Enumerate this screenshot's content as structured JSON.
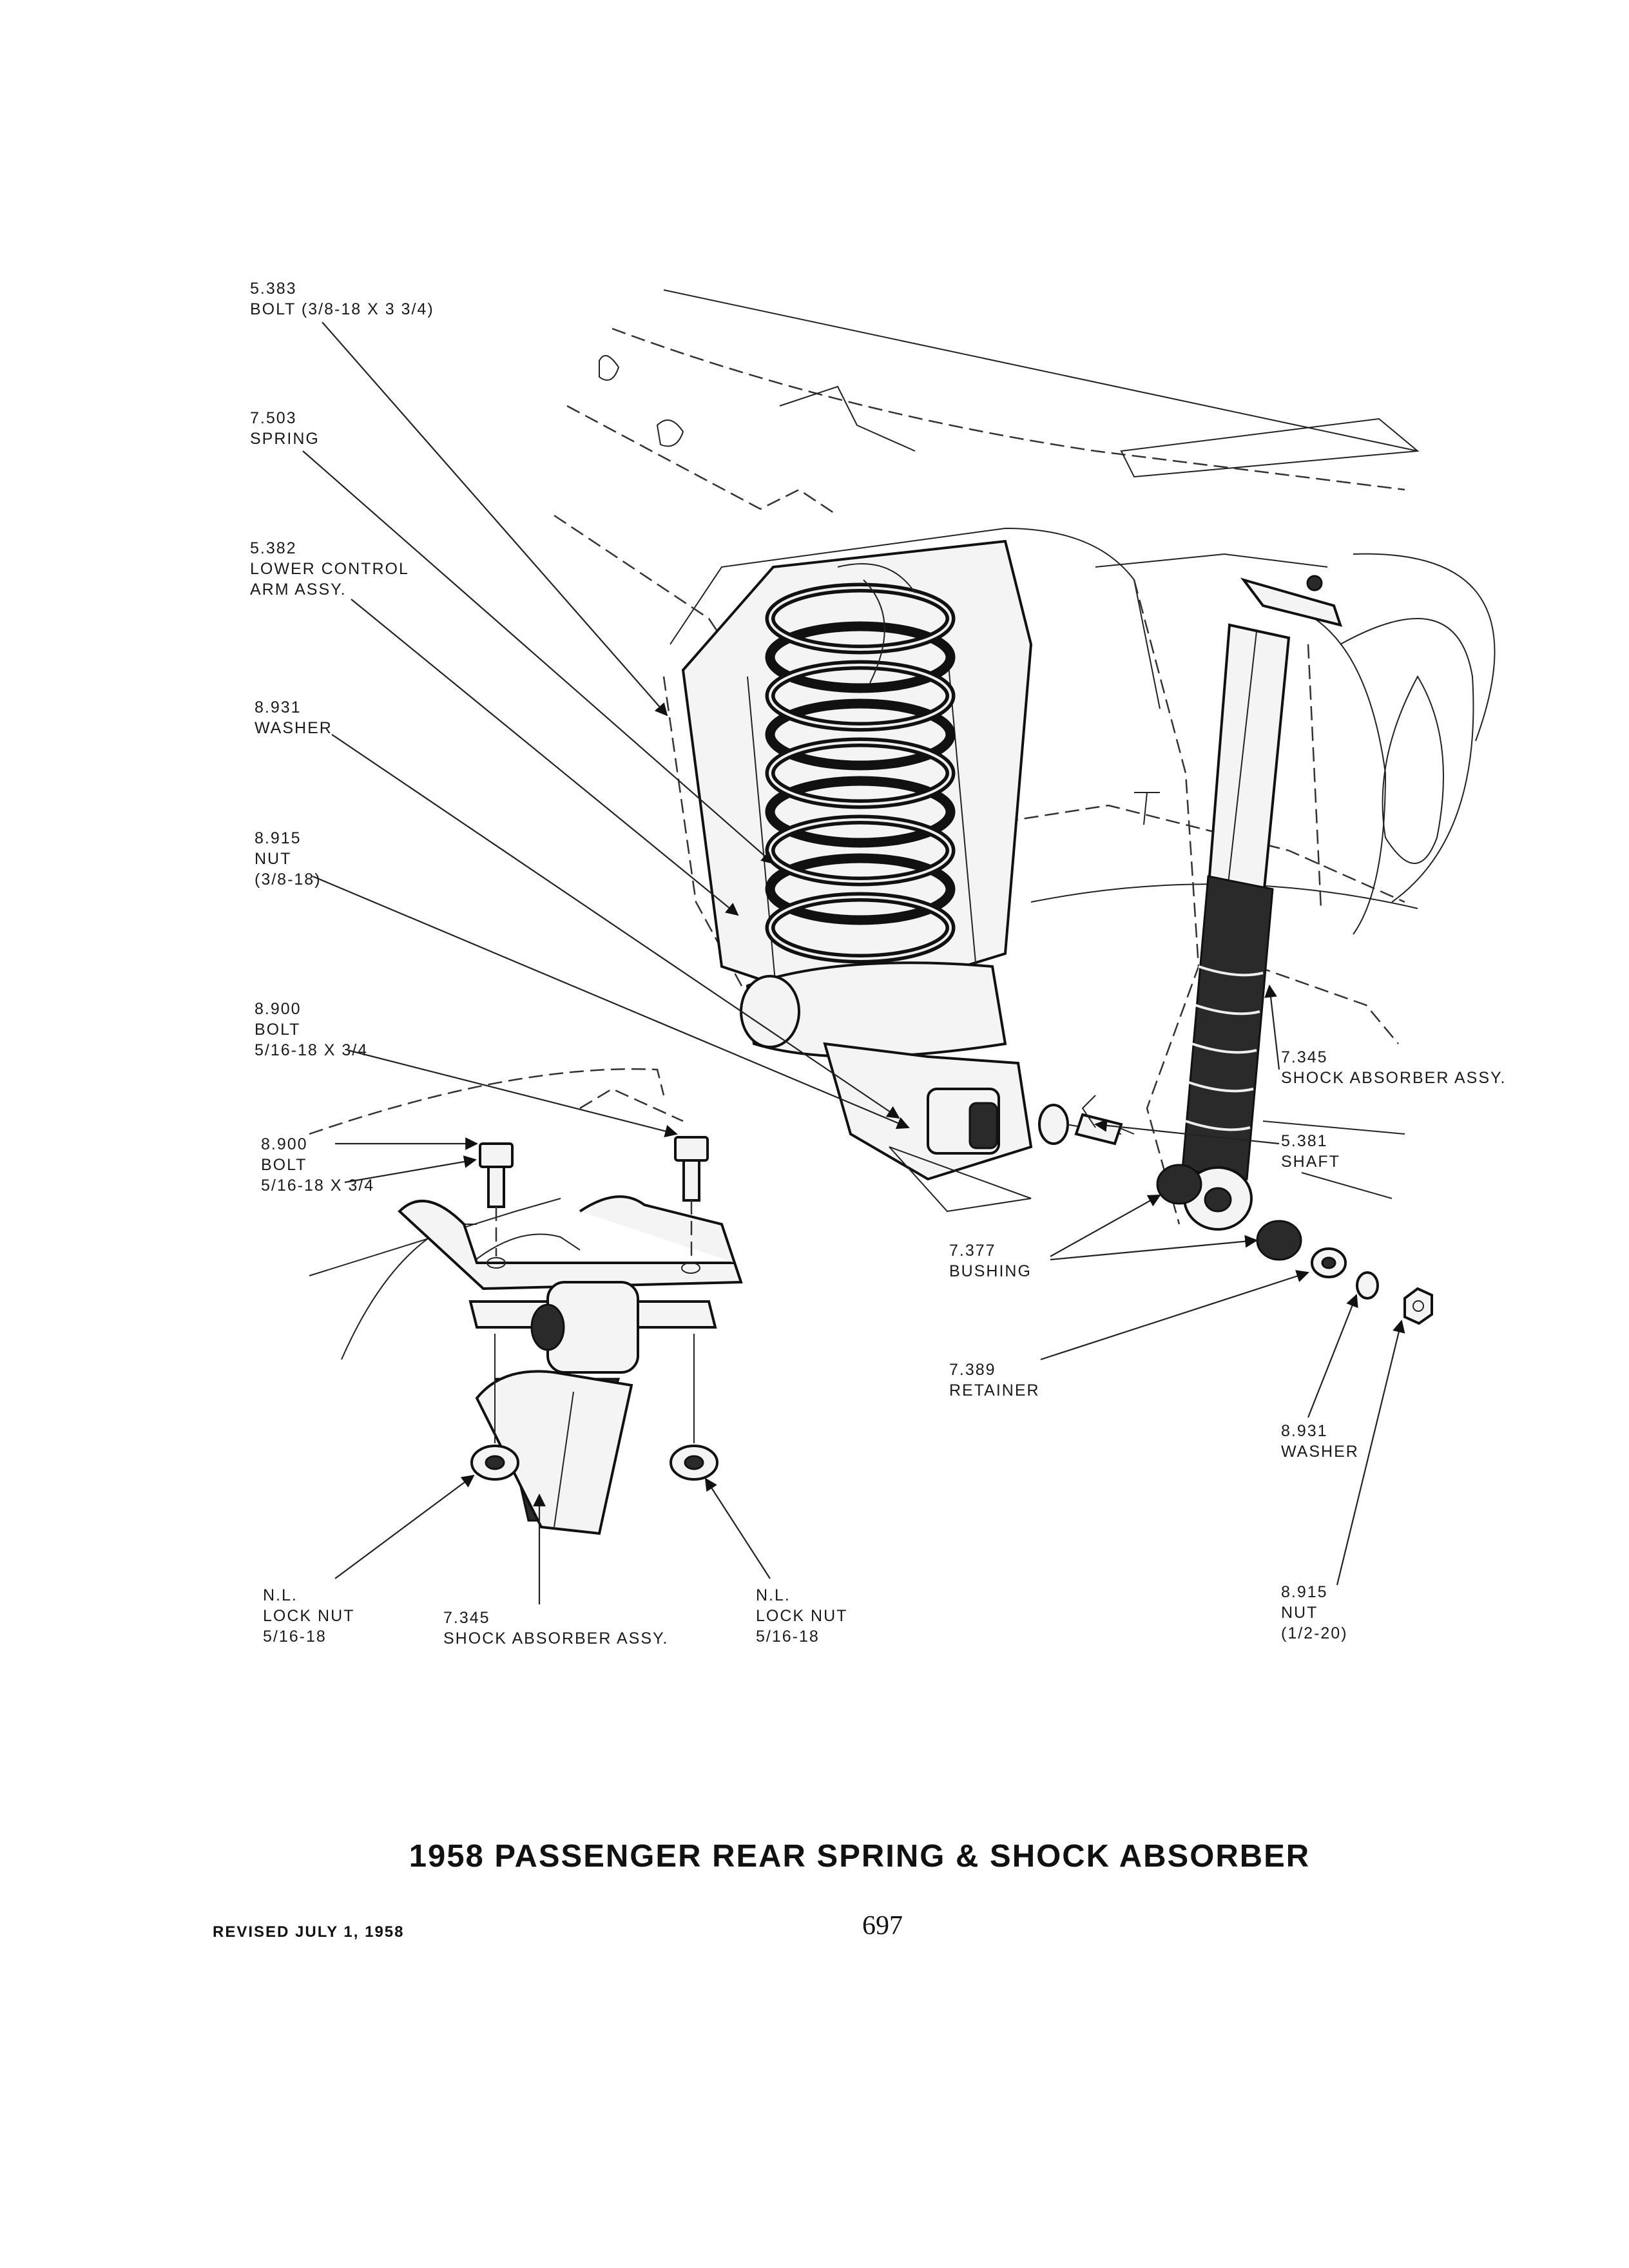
{
  "labels": {
    "bolt_5383": {
      "num": "5.383",
      "desc": "BOLT (3/8-18 x 3 3/4)"
    },
    "spring_7503": {
      "num": "7.503",
      "desc": "SPRING"
    },
    "arm_5382": {
      "num": "5.382",
      "desc1": "LOWER CONTROL",
      "desc2": "ARM ASSY."
    },
    "washer_8931_left": {
      "num": "8.931",
      "desc": "WASHER"
    },
    "nut_8915_left": {
      "num": "8.915",
      "desc1": "NUT",
      "desc2": "(3/8-18)"
    },
    "bolt_8900_upper": {
      "num": "8.900",
      "desc1": "BOLT",
      "desc2": "5/16-18 x 3/4"
    },
    "bolt_8900_lower": {
      "num": "8.900",
      "desc1": "BOLT",
      "desc2": "5/16-18 x 3/4"
    },
    "shock_7345_right": {
      "num": "7.345",
      "desc": "SHOCK ABSORBER ASSY."
    },
    "shaft_5381": {
      "num": "5.381",
      "desc": "SHAFT"
    },
    "bushing_7377": {
      "num": "7.377",
      "desc": "BUSHING"
    },
    "retainer_7389": {
      "num": "7.389",
      "desc": "RETAINER"
    },
    "washer_8931_right": {
      "num": "8.931",
      "desc": "WASHER"
    },
    "nut_8915_right": {
      "num": "8.915",
      "desc1": "NUT",
      "desc2": "(1/2-20)"
    },
    "locknut_left": {
      "num": "N.L.",
      "desc1": "LOCK NUT",
      "desc2": "5/16-18"
    },
    "shock_7345_bottom": {
      "num": "7.345",
      "desc": "SHOCK ABSORBER ASSY."
    },
    "locknut_right": {
      "num": "N.L.",
      "desc1": "LOCK NUT",
      "desc2": "5/16-18"
    }
  },
  "footer": {
    "title": "1958 PASSENGER REAR SPRING & SHOCK ABSORBER",
    "revised": "REVISED JULY 1, 1958",
    "page_number": "697"
  }
}
